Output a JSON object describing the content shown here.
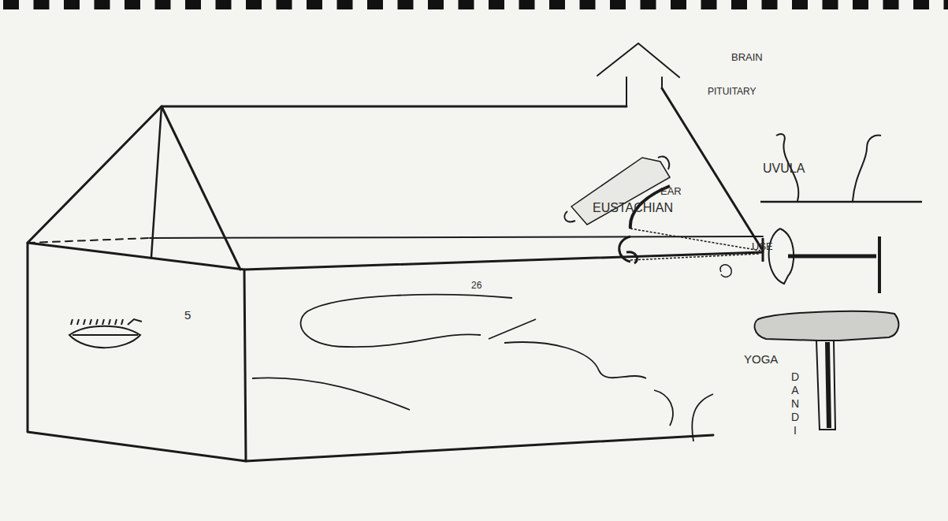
{
  "diagram": {
    "labels": [
      "BRAIN",
      "PITUITARY",
      "UVULA",
      "EAR",
      "EUSTACHIAN",
      "USE",
      "26",
      "5",
      "YOGA",
      "DANDI"
    ]
  }
}
